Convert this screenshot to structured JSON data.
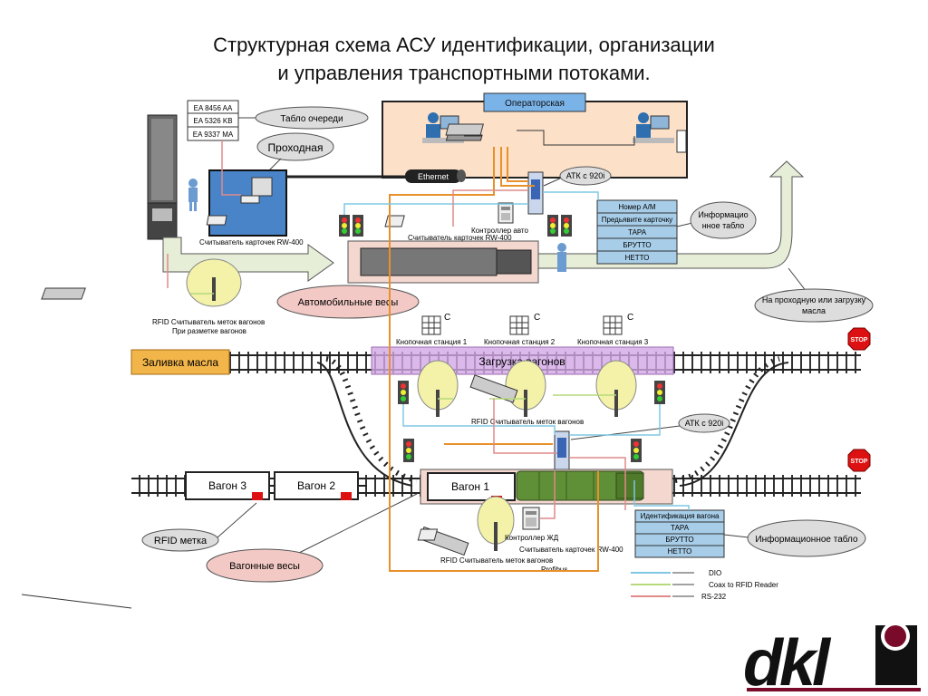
{
  "title": {
    "line1": "Структурная схема АСУ идентификации, организации",
    "line2": "и управления транспортными потоками."
  },
  "labels": {
    "operator_room": "Операторская",
    "queue_board": "Табло очереди",
    "checkpoint": "Проходная",
    "ethernet": "Ethernet",
    "atk_top": "АТК с 920i",
    "atk_bottom": "АТК с 920i",
    "info_board_top": "Информацио нное табло",
    "reader_rw400_left": "Считыватель карточек RW-400",
    "reader_rw400_mid": "Считыватель карточек RW-400",
    "controller_auto": "Контроллер авто",
    "truck_scales": "Автомобильные весы",
    "to_checkpoint": "На проходную или загрузку масла",
    "rfid_reader_marking_1": "RFID Считыватель меток вагонов",
    "rfid_reader_marking_2": "При разметке вагонов",
    "button_station_1": "Кнопочная станция 1",
    "button_station_2": "Кнопочная станция 2",
    "button_station_3": "Кнопочная станция 3",
    "c_mark": "C",
    "oil_fill": "Заливка масла",
    "wagon_loading": "Загрузка вагонов",
    "rfid_reader_mid": "RFID Считыватель меток вагонов",
    "stop": "STOP",
    "wagon3": "Вагон 3",
    "wagon2": "Вагон 2",
    "wagon1": "Вагон 1",
    "rfid_tag": "RFID метка",
    "wagon_scales": "Вагонные весы",
    "controller_rail": "Контроллер ЖД",
    "reader_rw400_bottom": "Считыватель карточек RW-400",
    "rfid_reader_bottom": "RFID Считыватель меток вагонов",
    "profibus": "Profibus",
    "info_board_bottom": "Информационное табло"
  },
  "queue_plates": [
    "EA 8456 AA",
    "EA 5326 KB",
    "EA 9337 MA"
  ],
  "info_table_top": [
    "Номер А/М",
    "Предьявите карточку",
    "ТАРА",
    "БРУТТО",
    "НЕТТО"
  ],
  "info_table_bottom": [
    "Идентификация вагона",
    "ТАРА",
    "БРУТТО",
    "НЕТТО"
  ],
  "legend": [
    {
      "label": "DIO",
      "color": "#7ec8e3"
    },
    {
      "label": "Coax to RFID Reader",
      "color": "#b6d97a"
    },
    {
      "label": "RS-232",
      "color": "#e08a8a"
    }
  ],
  "logo": {
    "text": "dkl",
    "color": "#111111",
    "accent": "#7a0a2a"
  }
}
